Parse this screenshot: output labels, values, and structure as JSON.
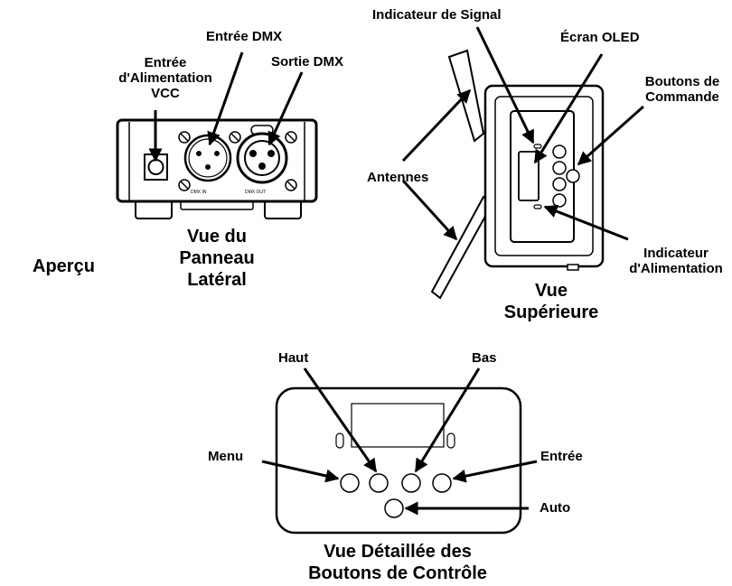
{
  "side_view": {
    "label_dc_power": "Entrée\nd'Alimentation\nVCC",
    "label_dmx_in": "Entrée DMX",
    "label_dmx_out": "Sortie DMX",
    "port_in_print": "DMX IN",
    "port_out_print": "DMX OUT",
    "caption": "Vue du\nPanneau\nLatéral"
  },
  "overview_label": "Aperçu",
  "top_view": {
    "label_signal": "Indicateur de Signal",
    "label_oled": "Écran OLED",
    "label_buttons": "Boutons de\nCommande",
    "label_antennas": "Antennes",
    "label_power_indicator": "Indicateur\nd'Alimentation",
    "caption": "Vue\nSupérieure"
  },
  "control_view": {
    "label_up": "Haut",
    "label_down": "Bas",
    "label_menu": "Menu",
    "label_enter": "Entrée",
    "label_auto": "Auto",
    "caption": "Vue Détaillée des\nBoutons de Contrôle"
  },
  "colors": {
    "line": "#000000",
    "body_fill": "#ffffff",
    "shade": "#e6e6e6"
  }
}
